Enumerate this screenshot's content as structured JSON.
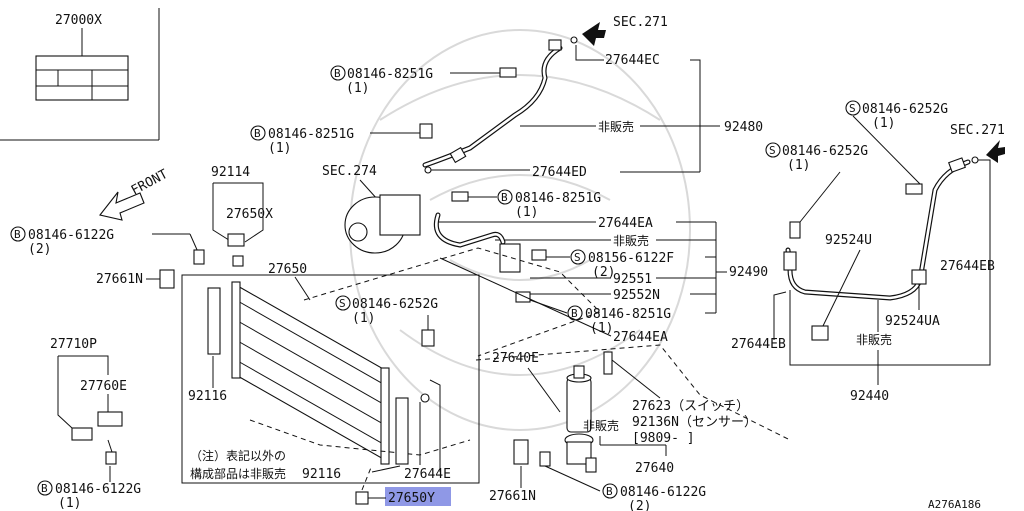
{
  "labels": {
    "p27000X": "27000X",
    "sec271_top": "SEC.271",
    "p27644EC": "27644EC",
    "bolt_a": "08146-8251G",
    "bolt_a_qty": "(1)",
    "bolt_b": "08146-8251G",
    "bolt_b_qty": "(1)",
    "not_sold_1": "非販売",
    "p92480": "92480",
    "sec274": "SEC.274",
    "p27644ED": "27644ED",
    "bolt_c": "08146-8251G",
    "bolt_c_qty": "(1)",
    "front": "FRONT",
    "p92114": "92114",
    "p27650X": "27650X",
    "bolt_d": "08146-6122G",
    "bolt_d_qty": "(2)",
    "p27661N_l": "27661N",
    "p27650": "27650",
    "p27644EA_1": "27644EA",
    "not_sold_2": "非販売",
    "bolt_e": "08156-6122F",
    "bolt_e_qty": "(2)",
    "p92551": "92551",
    "p92490": "92490",
    "p92552N": "92552N",
    "bolt_f": "08146-8251G",
    "bolt_f_qty": "(1)",
    "p27644EA_2": "27644EA",
    "bolt_g": "08146-6252G",
    "bolt_g_qty": "(1)",
    "p27710P": "27710P",
    "p27760E": "27760E",
    "p92116_l": "92116",
    "p27640E": "27640E",
    "p27623": "27623（スイッチ）",
    "p92136N": "92136N（センサー）",
    "date_range": "[9809-    ]",
    "not_sold_3": "非販売",
    "note_line1": "（注）表記以外の",
    "note_line2": "構成部品は非販売",
    "p92116_r": "92116",
    "p27644E": "27644E",
    "p27640": "27640",
    "bolt_h": "08146-6122G",
    "bolt_h_qty": "(1)",
    "p27650Y": "27650Y",
    "p27661N_b": "27661N",
    "bolt_i": "08146-6122G",
    "bolt_i_qty": "(2)",
    "bolt_j": "08146-6252G",
    "bolt_j_qty": "(1)",
    "sec271_right": "SEC.271",
    "bolt_k": "08146-6252G",
    "bolt_k_qty": "(1)",
    "p92524U": "92524U",
    "p27644EB_r": "27644EB",
    "p92524UA": "92524UA",
    "p27644EB_l": "27644EB",
    "not_sold_4": "非販売",
    "p92440": "92440",
    "diagram_id": "A276A186",
    "circle_b": "B",
    "circle_s": "S"
  },
  "colors": {
    "line": "#111111",
    "highlight": "#8f98e6",
    "watermark": "#d9d9d9",
    "background": "#ffffff"
  },
  "highlighted_part": "27650Y"
}
